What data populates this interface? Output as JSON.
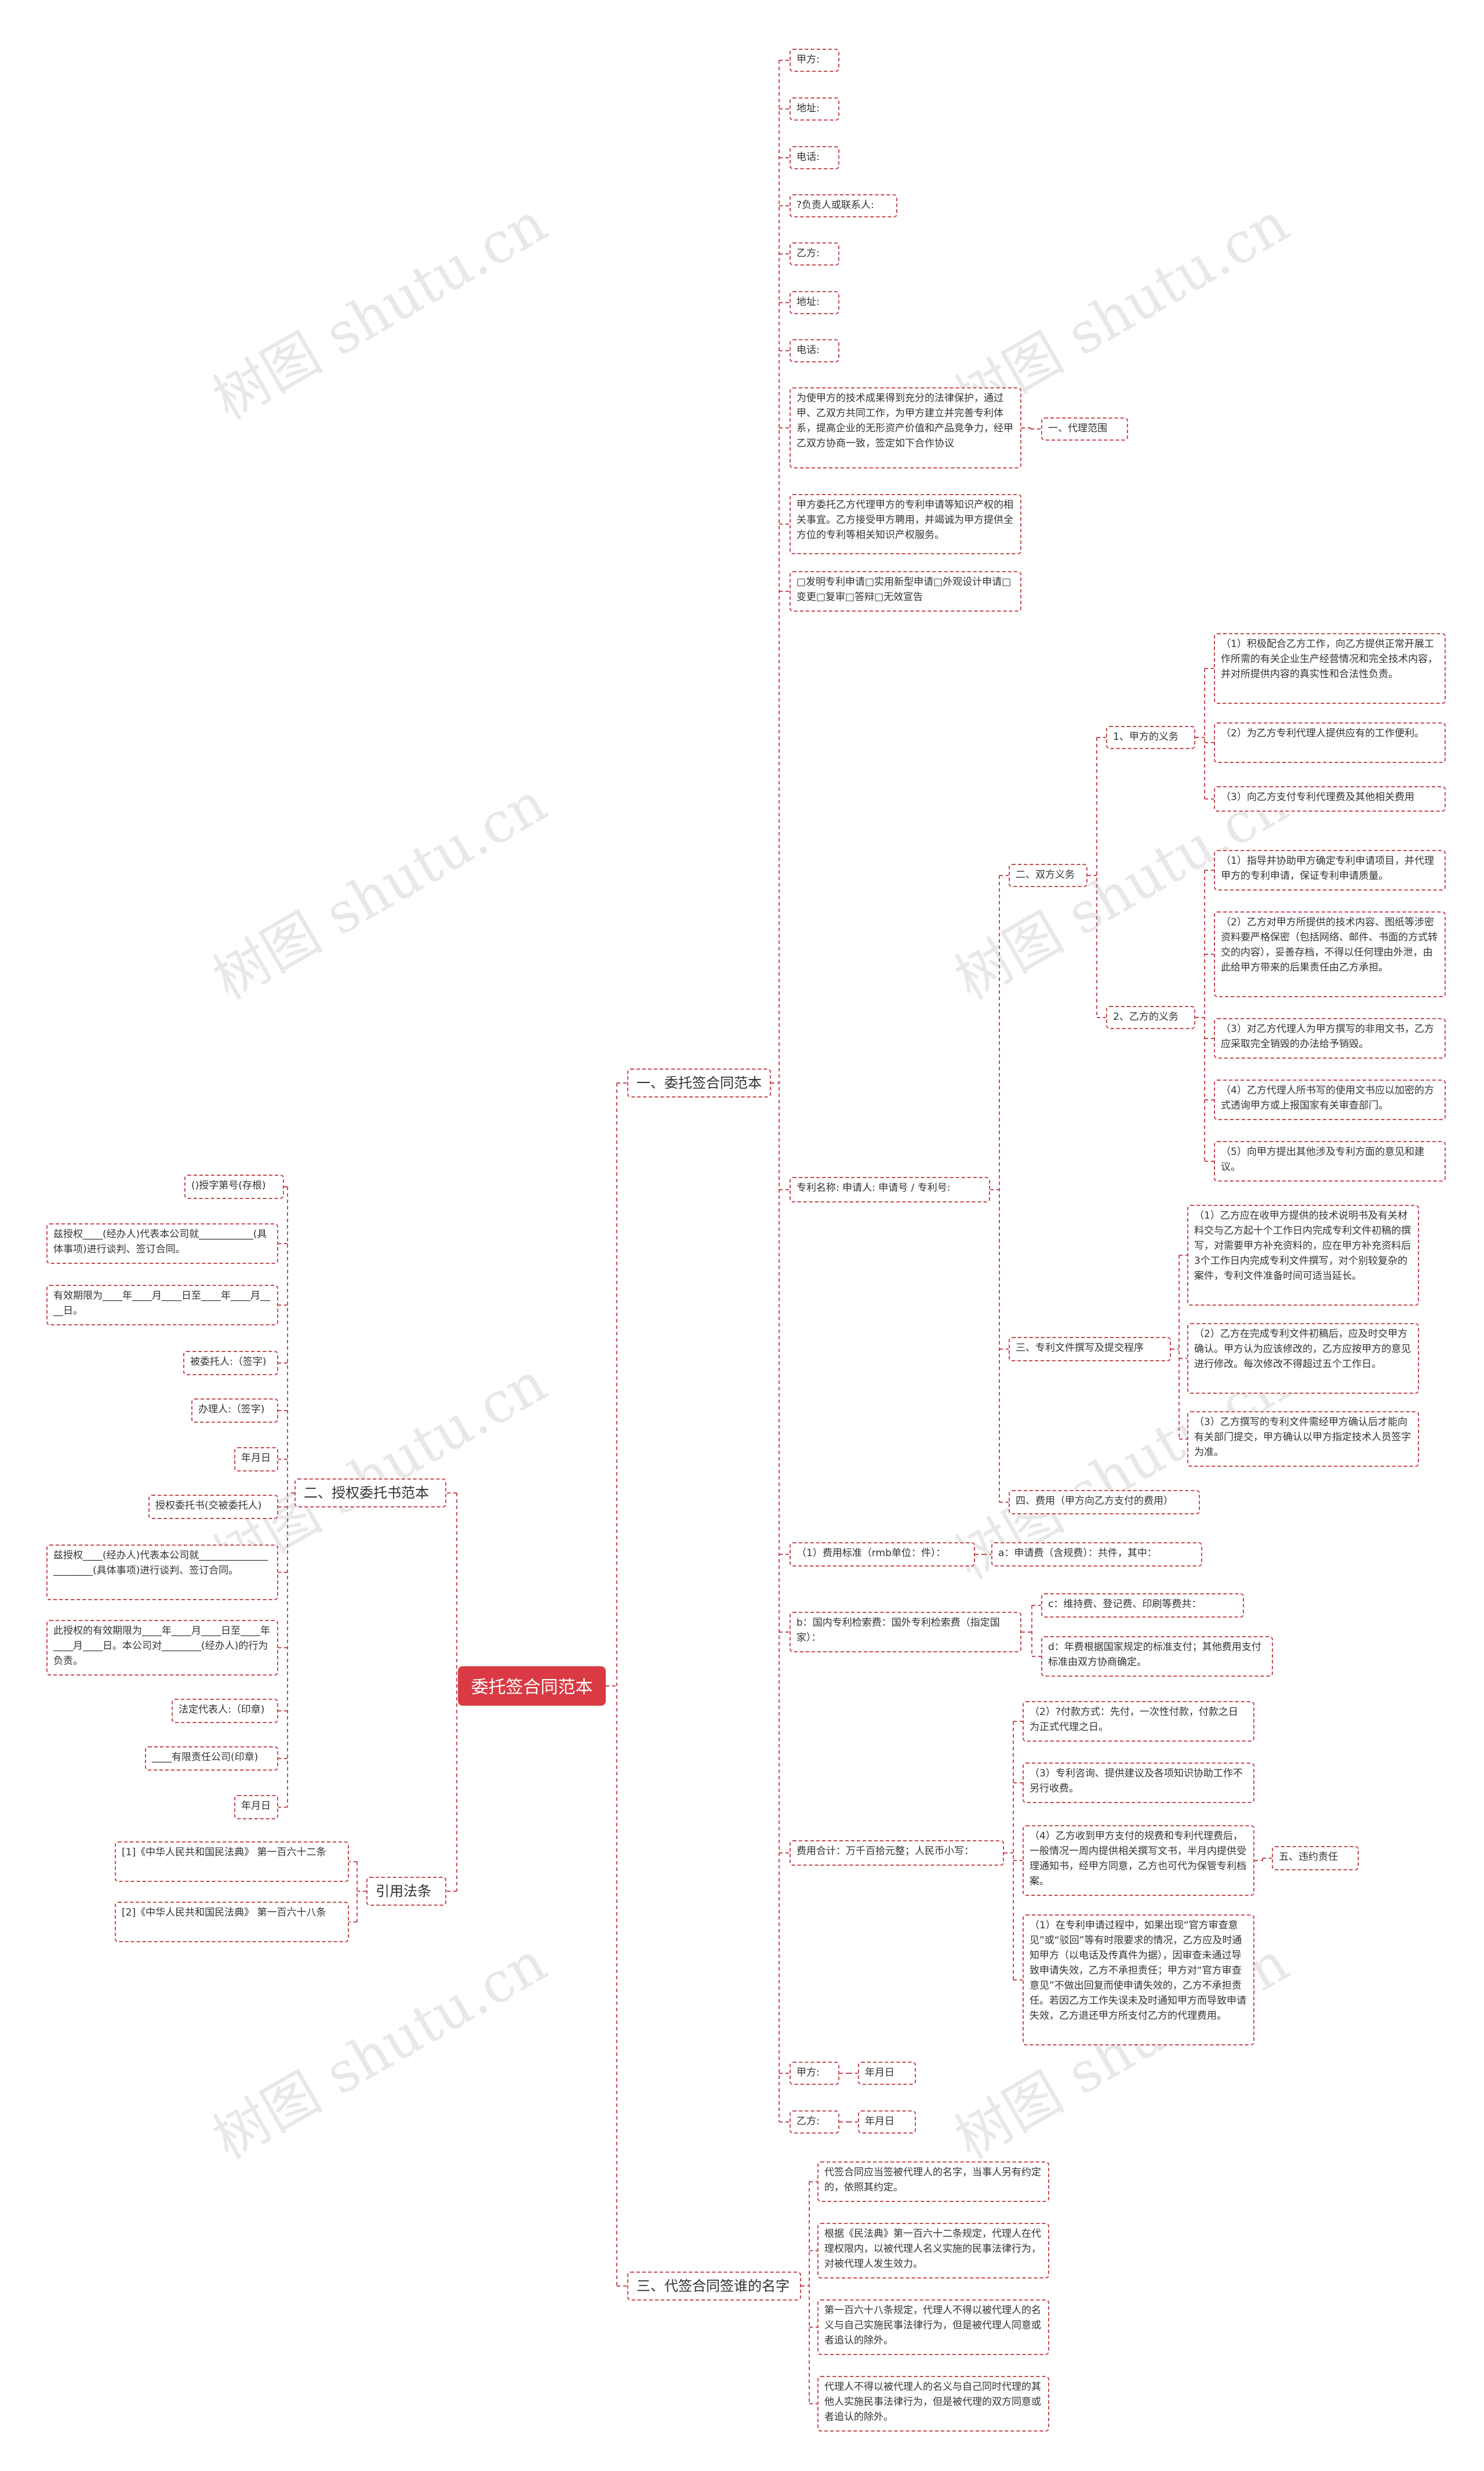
{
  "watermark": "树图 shutu.cn",
  "root": "委托签合同范本",
  "branches": {
    "s1": "一、委托签合同范本",
    "s2": "二、授权委托书范本",
    "s3": "引用法条",
    "s4": "三、代签合同签谁的名字"
  },
  "top": {
    "jia": "甲方:",
    "jia_addr": "地址:",
    "jia_tel": "电话:",
    "jia_contact": "?负责人或联系人:",
    "yi": "乙方:",
    "yi_addr": "地址:",
    "yi_tel": "电话:",
    "scope_text": "为使甲方的技术成果得到充分的法律保护，通过甲、乙双方共同工作，为甲方建立并完善专利体系，提高企业的无形资产价值和产品竞争力，经甲乙双方协商一致，签定如下合作协议",
    "scope_label": "一、代理范围",
    "entrust": "甲方委托乙方代理甲方的专利申请等知识产权的相关事宜。乙方接受甲方聘用，并竭诚为甲方提供全方位的专利等相关知识产权服务。",
    "types": "□发明专利申请□实用新型申请□外观设计申请□变更□复审□答辩□无效宣告"
  },
  "patent": {
    "name": "专利名称:  申请人:  申请号 / 专利号:",
    "duties": "二、双方义务",
    "jia_duty": "1、甲方的义务",
    "jia_items": [
      "（1）积极配合乙方工作，向乙方提供正常开展工作所需的有关企业生产经营情况和完全技术内容，并对所提供内容的真实性和合法性负责。",
      "（2）为乙方专利代理人提供应有的工作便利。",
      "（3）向乙方支付专利代理费及其他相关费用"
    ],
    "yi_duty": "2、乙方的义务",
    "yi_items": [
      "（1）指导并协助甲方确定专利申请项目，并代理甲方的专利申请，保证专利申请质量。",
      "（2）乙方对甲方所提供的技术内容、图纸等涉密资料要严格保密（包括网络、邮件、书面的方式转交的内容），妥善存档，不得以任何理由外泄，由此给甲方带来的后果责任由乙方承担。",
      "（3）对乙方代理人为甲方撰写的非用文书，乙方应采取完全销毁的办法给予销毁。",
      "（4）乙方代理人所书写的使用文书应以加密的方式透询甲方或上报国家有关审查部门。",
      "（5）向甲方提出其他涉及专利方面的意见和建议。"
    ],
    "writing": "三、专利文件撰写及提交程序",
    "writing_items": [
      "（1）乙方应在收甲方提供的技术说明书及有关材料交与乙方起十个工作日内完成专利文件初稿的撰写，对需要甲方补充资料的，应在甲方补充资料后3个工作日内完成专利文件撰写，对个别较复杂的案件，专利文件准备时间可适当延长。",
      "（2）乙方在完成专利文件初稿后，应及时交甲方确认。甲方认为应该修改的，乙方应按甲方的意见进行修改。每次修改不得超过五个工作日。",
      "（3）乙方撰写的专利文件需经甲方确认后才能向有关部门提交，甲方确认以甲方指定技术人员签字为准。"
    ],
    "fee": "四、费用（甲方向乙方支付的费用）"
  },
  "fees": {
    "standard": "（1）费用标准（rmb单位：件）：",
    "a": "a：申请费（含规费）：共件，其中：",
    "b": "b：国内专利检索费：国外专利检索费（指定国家）：",
    "c": "c：维持费、登记费、印刷等费共：",
    "d": "d：年费根据国家规定的标准支付；其他费用支付标准由双方协商确定。",
    "total": "费用合计：万千百拾元整；人民币小写：",
    "items": [
      "（2）?付款方式：先付，一次性付款，付款之日为正式代理之日。",
      "（3）专利咨询、提供建议及各项知识协助工作不另行收费。",
      "（4）乙方收到甲方支付的规费和专利代理费后，一般情况一周内提供相关撰写文书，半月内提供受理通知书，经甲方同意，乙方也可代为保管专利档案。",
      "（1）在专利申请过程中，如果出现“官方审查意见”或“驳回”等有时限要求的情况，乙方应及时通知甲方（以电话及传真件为据），因审查未通过导致申请失效，乙方不承担责任；甲方对“官方审查意见”不做出回复而使申请失效的，乙方不承担责任。若因乙方工作失误未及时通知甲方而导致申请失效，乙方退还甲方所支付乙方的代理费用。"
    ],
    "breach": "五、违约责任"
  },
  "sign": {
    "jia": "甲方:",
    "yi": "乙方:",
    "date1": "年月日",
    "date2": "年月日"
  },
  "auth": [
    "()授字第号(存根)",
    "兹授权____(经办人)代表本公司就___________(具体事项)进行谈判、签订合同。",
    "有效期限为____年____月____日至____年____月____日。",
    "被委托人:（签字)",
    "办理人:（签字)",
    "年月日",
    "授权委托书(交被委托人)",
    "兹授权____(经办人)代表本公司就______________________(具体事项)进行谈判、签订合同。",
    "此授权的有效期限为____年____月____日至____年____月____日。本公司对________(经办人)的行为负责。",
    "法定代表人:（印章)",
    "____有限责任公司(印章)",
    "年月日"
  ],
  "law": [
    "[1]《中华人民共和国民法典》 第一百六十二条",
    "[2]《中华人民共和国民法典》 第一百六十八条"
  ],
  "sign_who": [
    "代签合同应当签被代理人的名字，当事人另有约定的，依照其约定。",
    "根据《民法典》第一百六十二条规定，代理人在代理权限内，以被代理人名义实施的民事法律行为，对被代理人发生效力。",
    "第一百六十八条规定，代理人不得以被代理人的名义与自己实施民事法律行为，但是被代理人同意或者追认的除外。",
    "代理人不得以被代理人的名义与自己同时代理的其他人实施民事法律行为，但是被代理的双方同意或者追认的除外。"
  ],
  "colors": {
    "accent": "#d93a43",
    "line": "#c94a52"
  }
}
